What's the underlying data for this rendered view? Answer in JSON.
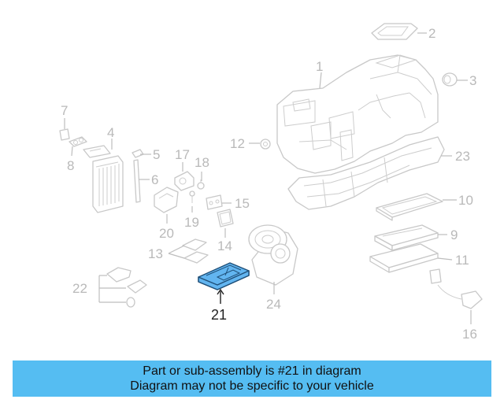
{
  "diagram": {
    "highlight_color": "#62b5f0",
    "callouts": [
      {
        "id": "c1",
        "label": "1"
      },
      {
        "id": "c2",
        "label": "2"
      },
      {
        "id": "c3",
        "label": "3"
      },
      {
        "id": "c4",
        "label": "4"
      },
      {
        "id": "c5",
        "label": "5"
      },
      {
        "id": "c6",
        "label": "6"
      },
      {
        "id": "c7",
        "label": "7"
      },
      {
        "id": "c8",
        "label": "8"
      },
      {
        "id": "c9",
        "label": "9"
      },
      {
        "id": "c10",
        "label": "10"
      },
      {
        "id": "c11",
        "label": "11"
      },
      {
        "id": "c12",
        "label": "12"
      },
      {
        "id": "c13",
        "label": "13"
      },
      {
        "id": "c14",
        "label": "14"
      },
      {
        "id": "c15",
        "label": "15"
      },
      {
        "id": "c16",
        "label": "16"
      },
      {
        "id": "c17",
        "label": "17"
      },
      {
        "id": "c18",
        "label": "18"
      },
      {
        "id": "c19",
        "label": "19"
      },
      {
        "id": "c20",
        "label": "20"
      },
      {
        "id": "c21",
        "label": "21"
      },
      {
        "id": "c22",
        "label": "22"
      },
      {
        "id": "c23",
        "label": "23"
      },
      {
        "id": "c24",
        "label": "24"
      }
    ]
  },
  "banner": {
    "line1": "Part or sub-assembly is #21 in diagram",
    "line2": "Diagram may not be specific to your vehicle",
    "background": "#55bdf2"
  }
}
